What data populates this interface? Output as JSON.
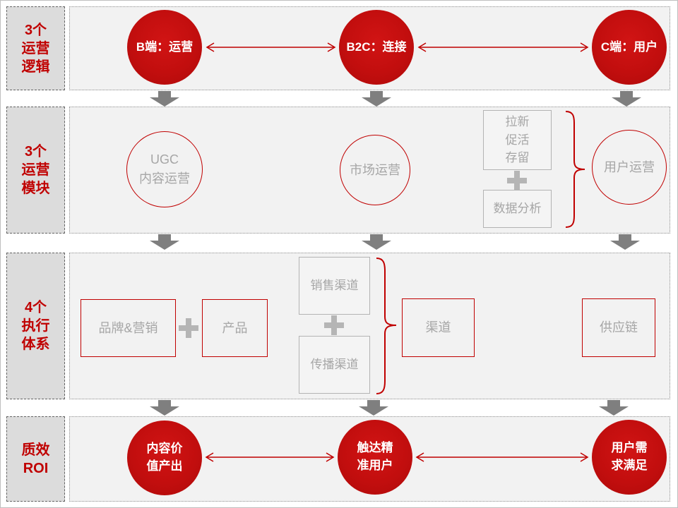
{
  "sidebar": {
    "row1_label": "3个\n运营\n逻辑",
    "row2_label": "3个\n运营\n模块",
    "row3_label": "4个\n执行\n体系",
    "row4_label": "质效\nROI"
  },
  "row1": {
    "circles": [
      "B端：运营",
      "B2C：连接",
      "C端：用户"
    ]
  },
  "row2": {
    "ugc_circle": "UGC\n内容运营",
    "market_circle": "市场运营",
    "growth_box": "拉新\n促活\n存留",
    "analysis_box": "数据分析",
    "user_circle": "用户运营"
  },
  "row3": {
    "brand_box": "品牌&营销",
    "product_box": "产品",
    "sales_channel_box": "销售渠道",
    "spread_channel_box": "传播渠道",
    "channel_box": "渠道",
    "supply_chain_box": "供应链"
  },
  "row4": {
    "circles": [
      "内容价\n值产出",
      "触达精\n准用户",
      "用户需\n求满足"
    ]
  },
  "colors": {
    "accent_red": "#c00000",
    "circle_fill": "#c21010",
    "lane_fill": "#f2f2f2",
    "label_fill": "#dcdcdc",
    "gray_arrow": "#7f7f7f",
    "gray_text": "#a6a6a6"
  }
}
